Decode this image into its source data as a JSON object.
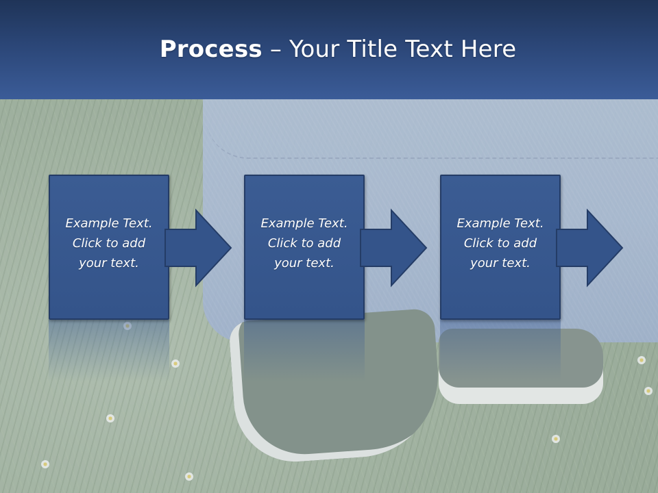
{
  "title": {
    "bold": "Process",
    "rest": " – Your Title Text Here"
  },
  "steps": [
    {
      "text": "Example Text.\nClick  to add\nyour text."
    },
    {
      "text": "Example Text.\nClick  to add\nyour text."
    },
    {
      "text": "Example Text.\nClick  to add\nyour text."
    }
  ],
  "colors": {
    "header_top": "#1f3458",
    "header_bottom": "#3b5c98",
    "box_fill": "#3b5c93",
    "box_border": "#243c66"
  }
}
